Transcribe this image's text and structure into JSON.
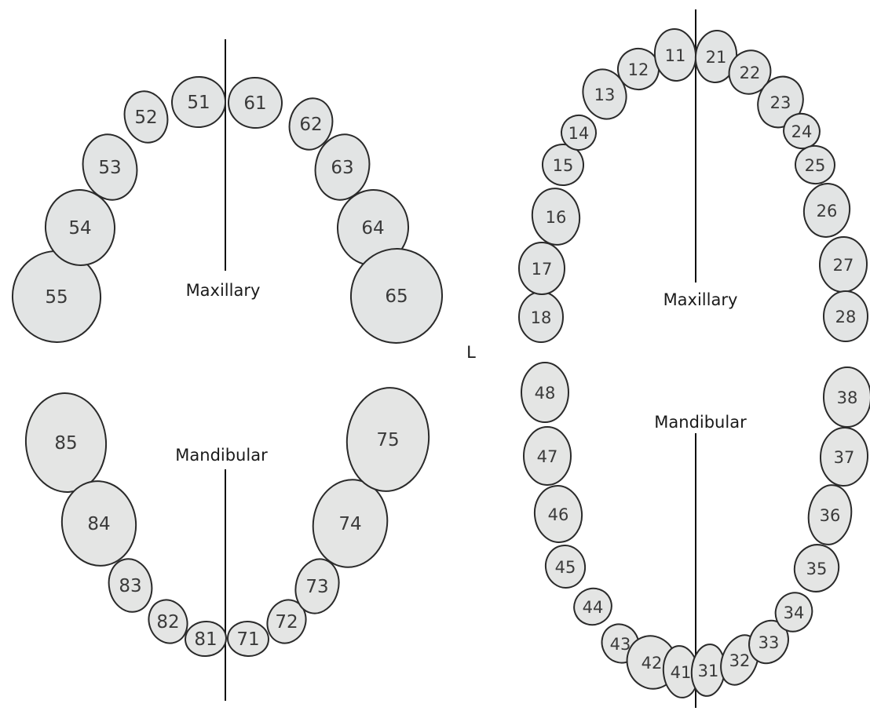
{
  "labels": {
    "primary_maxillary": "Maxillary",
    "primary_mandibular": "Mandibular",
    "permanent_maxillary": "Maxillary",
    "permanent_mandibular": "Mandibular",
    "side_marker": "L"
  },
  "primary_upper": [
    "55",
    "54",
    "53",
    "52",
    "51",
    "61",
    "62",
    "63",
    "64",
    "65"
  ],
  "primary_lower": [
    "85",
    "84",
    "83",
    "82",
    "81",
    "71",
    "72",
    "73",
    "74",
    "75"
  ],
  "permanent_upper": [
    "18",
    "17",
    "16",
    "15",
    "14",
    "13",
    "12",
    "11",
    "21",
    "22",
    "23",
    "24",
    "25",
    "26",
    "27",
    "28"
  ],
  "permanent_lower": [
    "48",
    "47",
    "46",
    "45",
    "44",
    "43",
    "42",
    "41",
    "31",
    "32",
    "33",
    "34",
    "35",
    "36",
    "37",
    "38"
  ],
  "colors": {
    "tooth_fill": "#e2e4e4",
    "outline": "#2a2a2a",
    "text": "#3a3a3a"
  }
}
